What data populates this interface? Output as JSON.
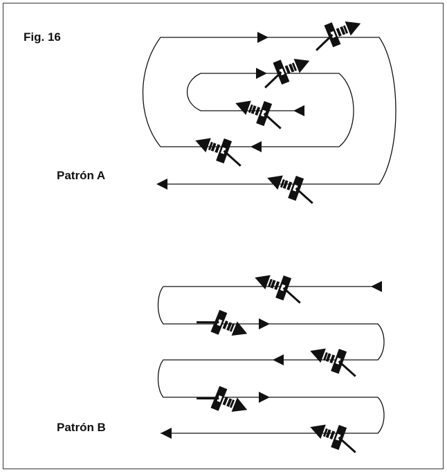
{
  "figure": {
    "label": "Fig. 16",
    "patterns": [
      {
        "label": "Patrón A"
      },
      {
        "label": "Patrón B"
      }
    ]
  },
  "colors": {
    "ink": "#111111",
    "background": "#ffffff"
  },
  "icons": [
    "flow-arrow-icon",
    "spray-gun-icon"
  ]
}
